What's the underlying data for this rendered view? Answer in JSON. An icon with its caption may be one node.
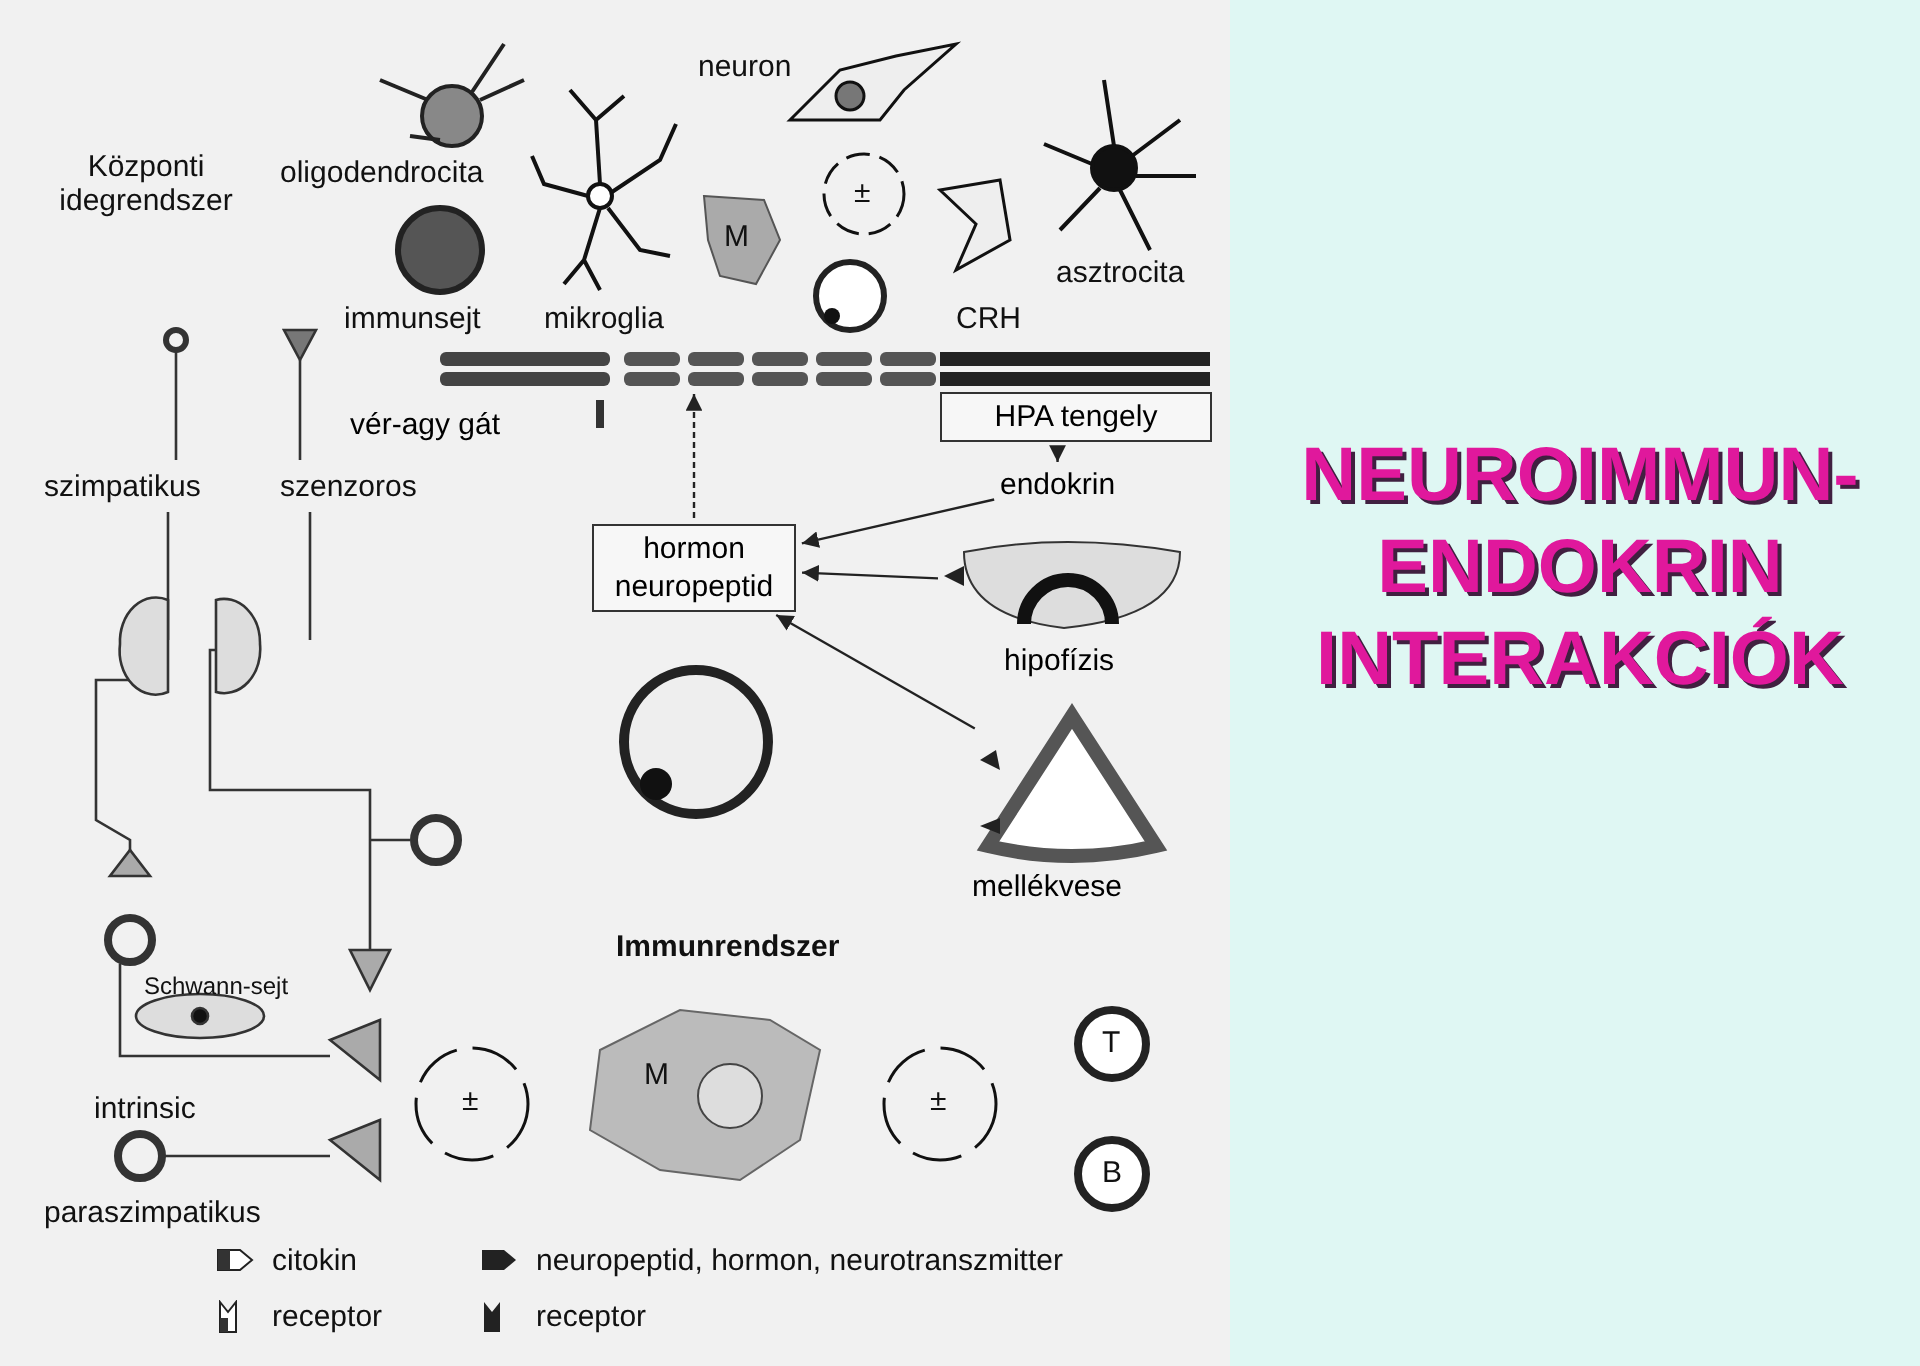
{
  "diagram": {
    "title": "NEUROIMMUN-ENDOKRIN INTERAKCIÓK",
    "nodes": [
      {
        "text": [
          "hormon neuropeptid"
        ]
      },
      {
        "text": [
          "HPA tengely"
        ]
      },
      {
        "text": [
          "endokrin"
        ]
      },
      {
        "text": [],
        "shape": "picture",
        "beside": [
          "hipofízis"
        ]
      },
      {
        "text": [],
        "shape": "picture",
        "beside": [
          "mellékvese"
        ]
      },
      {
        "text": [],
        "shape": "bar",
        "beside": [
          "vér-agy gát"
        ]
      }
    ],
    "edges": [
      {
        "from": 1,
        "to": 2,
        "arrow": "to"
      },
      {
        "from": 2,
        "to": 0,
        "arrow": "to"
      },
      {
        "from": 3,
        "to": 0,
        "arrow": "to"
      },
      {
        "from": 4,
        "to": 0,
        "arrow": "to"
      },
      {
        "from": 0,
        "to": 5,
        "arrow": "to",
        "style": "dashed"
      }
    ],
    "labels": [
      "Központi idegrendszer",
      "oligodendrocita",
      "neuron",
      "asztrocita",
      "immunsejt",
      "mikroglia",
      "CRH",
      "M",
      "±",
      "szimpatikus",
      "szenzoros",
      "Schwann-sejt",
      "intrinsic",
      "paraszimpatikus",
      "Immunrendszer",
      "±",
      "M",
      "±",
      "T",
      "B"
    ],
    "legend": [
      {
        "text": "citokin"
      },
      {
        "text": "neuropeptid, hormon, neurotranszmitter"
      },
      {
        "text": "receptor"
      },
      {
        "text": "receptor"
      }
    ]
  }
}
